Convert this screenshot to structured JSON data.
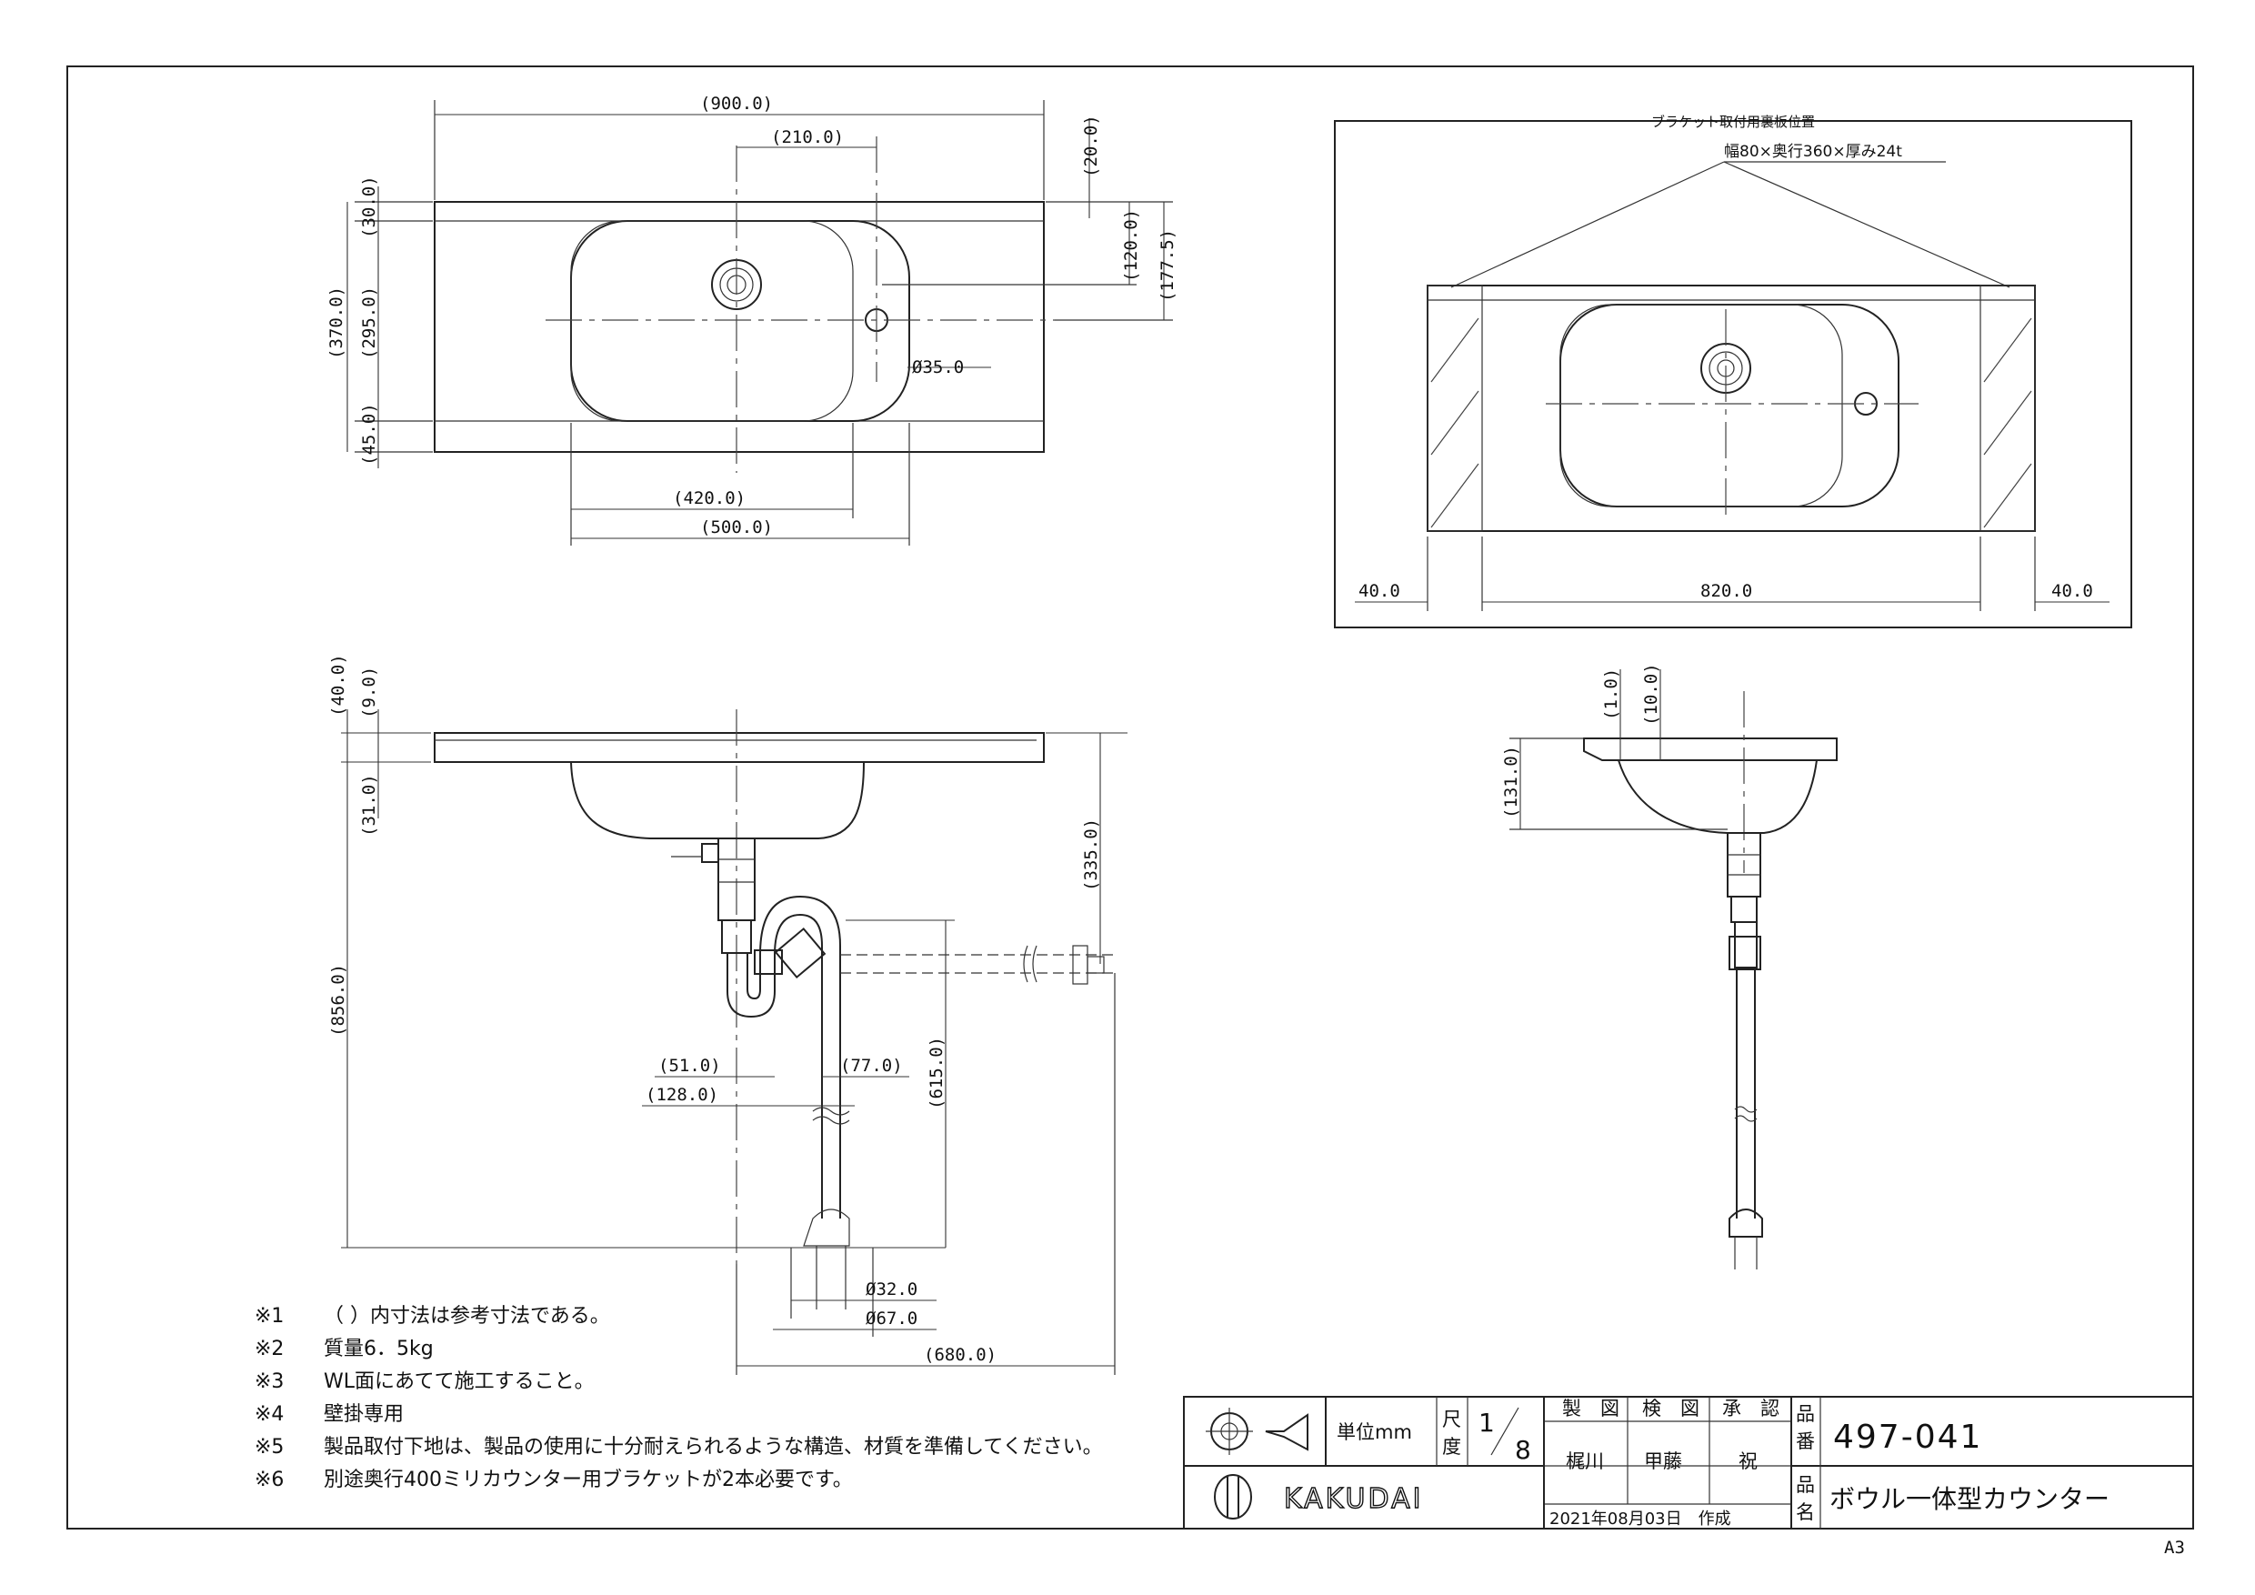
{
  "top_view": {
    "dims": {
      "overall_width": "(900.0)",
      "drain_offset": "(210.0)",
      "top_margin": "(20.0)",
      "back_depth": "(30.0)",
      "tap_offset_y": "(120.0)",
      "drain_offset_y": "(177.5)",
      "overall_depth": "(370.0)",
      "bowl_depth": "(295.0)",
      "front_depth": "(45.0)",
      "tap_hole": "Ø35.0",
      "bowl_width": "(420.0)",
      "bowl_outer": "(500.0)"
    }
  },
  "bracket_view": {
    "label": "ブラケット取付用裏板位置",
    "spec": "幅80×奥行360×厚み24t",
    "dim_left": "40.0",
    "dim_center": "820.0",
    "dim_right": "40.0"
  },
  "front_view": {
    "dims": {
      "top_thick": "(40.0)",
      "lip": "(9.0)",
      "bowl_drop": "(31.0)",
      "drain_height": "(335.0)",
      "total_height": "(856.0)",
      "trap_a": "(51.0)",
      "trap_b": "(77.0)",
      "trap_c": "(128.0)",
      "trap_height": "(615.0)",
      "pipe_d1": "Ø32.0",
      "pipe_d2": "Ø67.0",
      "wall_dist": "(680.0)"
    }
  },
  "side_view": {
    "dims": {
      "d1": "(1.0)",
      "d2": "(10.0)",
      "d3": "(131.0)"
    }
  },
  "notes": [
    {
      "mark": "※1",
      "text": "（ ）内寸法は参考寸法である。"
    },
    {
      "mark": "※2",
      "text": "質量6．5kg"
    },
    {
      "mark": "※3",
      "text": "WL面にあてて施工すること。"
    },
    {
      "mark": "※4",
      "text": "壁掛専用"
    },
    {
      "mark": "※5",
      "text": "製品取付下地は、製品の使用に十分耐えられるような構造、材質を準備してください。"
    },
    {
      "mark": "※6",
      "text": "別途奥行400ミリカウンター用ブラケットが2本必要です。"
    }
  ],
  "title_block": {
    "unit_label": "単位mm",
    "scale_label_1": "尺",
    "scale_label_2": "度",
    "scale_num": "1",
    "scale_den": "8",
    "drawn_header": "製　図",
    "checked_header": "検　図",
    "approved_header": "承　認",
    "drawn_by": "梶川",
    "checked_by": "甲藤",
    "approved_by": "祝",
    "date": "2021年08月03日　作成",
    "part_no_label_1": "品",
    "part_no_label_2": "番",
    "part_no": "497-041",
    "name_label_1": "品",
    "name_label_2": "名",
    "part_name": "ボウル一体型カウンター",
    "logo": "KAKUDAI"
  },
  "sheet_size": "A3"
}
